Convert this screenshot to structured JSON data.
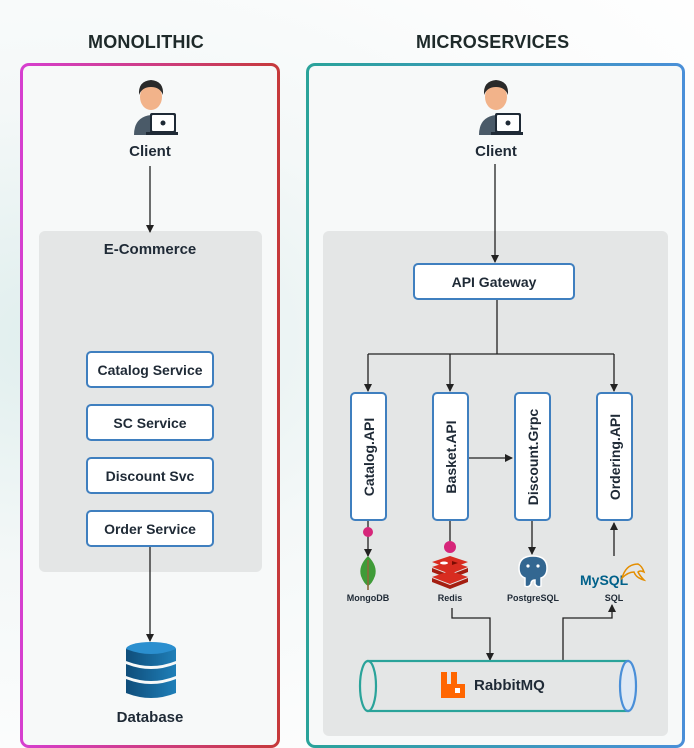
{
  "headings": {
    "monolithic": "MONOLITHIC",
    "microservices": "MICROSERVICES"
  },
  "monolith": {
    "client": "Client",
    "container": "E-Commerce",
    "services": [
      "Catalog Service",
      "SC Service",
      "Discount Svc",
      "Order Service"
    ],
    "database": "Database"
  },
  "micro": {
    "client": "Client",
    "gateway": "API Gateway",
    "apis": [
      "Catalog.API",
      "Basket.API",
      "Discount.Grpc",
      "Ordering.API"
    ],
    "stores": [
      "MongoDB",
      "Redis",
      "PostgreSQL",
      "SQL"
    ],
    "mysql_logo": "MySQL",
    "queue": "RabbitMQ"
  },
  "colors": {
    "left_border_start": "#d63fd0",
    "left_border_end": "#c63a3a",
    "right_border_start": "#2aa39a",
    "right_border_end": "#4a8fd8",
    "service_border": "#3f7fbf",
    "container_fill": "#e4e6e6"
  }
}
